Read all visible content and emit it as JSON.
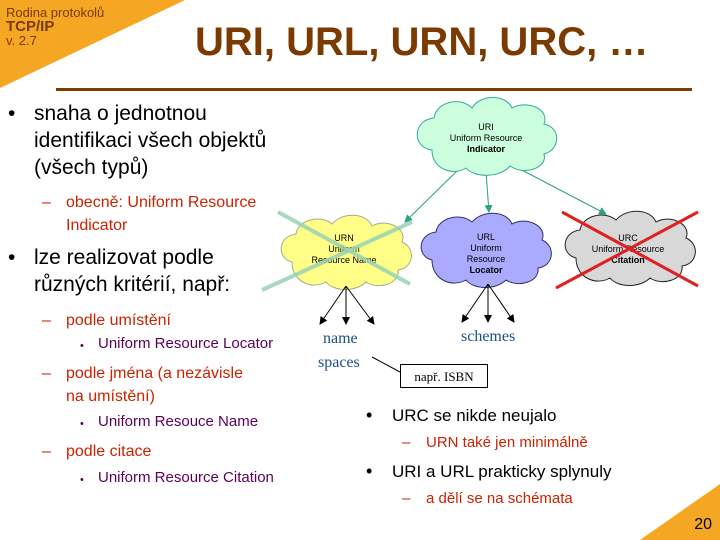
{
  "header": {
    "series_line1": "Rodina protokolů",
    "series_line2": "TCP/IP",
    "series_version": "v. 2.7",
    "title": "URI, URL, URN, URC, …"
  },
  "left_bullets": {
    "l1_a": "snaha o jednotnou",
    "l1_b": "identifikaci všech objektů",
    "l1_c": "(všech typů)",
    "l2_a": "obecně: Uniform Resource",
    "l2_b": "Indicator",
    "l3_a": "lze realizovat podle",
    "l3_b": "různých kritérií, např:",
    "l4": "podle umístění",
    "l5": "Uniform Resource Locator",
    "l6_a": "podle jména (a nezávisle",
    "l6_b": "na umístění)",
    "l7": "Uniform Resouce Name",
    "l8": "podle citace",
    "l9": "Uniform Resource Citation"
  },
  "diagram": {
    "uri": {
      "line1": "URI",
      "line2": "Uniform Resource",
      "line3": "Indicator"
    },
    "urn": {
      "line1": "URN",
      "line2": "Uniform",
      "line3": "Resource Name"
    },
    "url": {
      "line1": "URL",
      "line2": "Uniform",
      "line3": "Resource",
      "line4": "Locator"
    },
    "urc": {
      "line1": "URC",
      "line2": "Uniform Resource",
      "line3": "Citation"
    },
    "name_label": "name",
    "spaces_label": "spaces",
    "schemes_label": "schemes",
    "isbn": "např. ISBN"
  },
  "right_bullets": {
    "r1": "URC se nikde neujalo",
    "r2": "URN také jen minimálně",
    "r3": "URI a URL prakticky splynuly",
    "r4": "a dělí se na schémata"
  },
  "page_number": "20",
  "colors": {
    "accent_orange": "#f5a623",
    "title_brown": "#7a3a00",
    "sub_red": "#cc2200",
    "sub_purple": "#5a005a",
    "cloud_green": "#ccffdd",
    "cloud_yellow": "#ffff88",
    "cloud_blue": "#aaaaff",
    "cloud_gray": "#d8d8d8",
    "cross_green": "#9ad3b4",
    "cross_red": "#e02020"
  }
}
